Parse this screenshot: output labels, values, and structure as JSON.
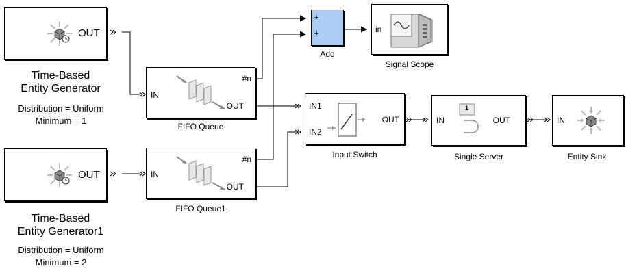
{
  "colors": {
    "sum_fill": "#a9cdf0",
    "line": "#000000",
    "icon_grey": "#b0b0b0"
  },
  "generator1": {
    "out_label": "OUT",
    "name_line1": "Time-Based",
    "name_line2": "Entity Generator",
    "param1": "Distribution = Uniform",
    "param2": "Minimum = 1"
  },
  "generator2": {
    "out_label": "OUT",
    "name_line1": "Time-Based",
    "name_line2": "Entity Generator1",
    "param1": "Distribution = Uniform",
    "param2": "Minimum = 2"
  },
  "queue1": {
    "name": "FIFO Queue",
    "in_label": "IN",
    "count_label": "#n",
    "out_label": "OUT"
  },
  "queue2": {
    "name": "FIFO Queue1",
    "in_label": "IN",
    "count_label": "#n",
    "out_label": "OUT"
  },
  "add": {
    "name": "Add",
    "sign1": "+",
    "sign2": "+"
  },
  "scope": {
    "name": "Signal Scope",
    "in_label": "in"
  },
  "switch": {
    "name": "Input Switch",
    "in1_label": "IN1",
    "in2_label": "IN2",
    "out_label": "OUT"
  },
  "server": {
    "name": "Single Server",
    "in_label": "IN",
    "out_label": "OUT",
    "capacity": "1"
  },
  "sink": {
    "name": "Entity Sink",
    "in_label": "IN"
  }
}
